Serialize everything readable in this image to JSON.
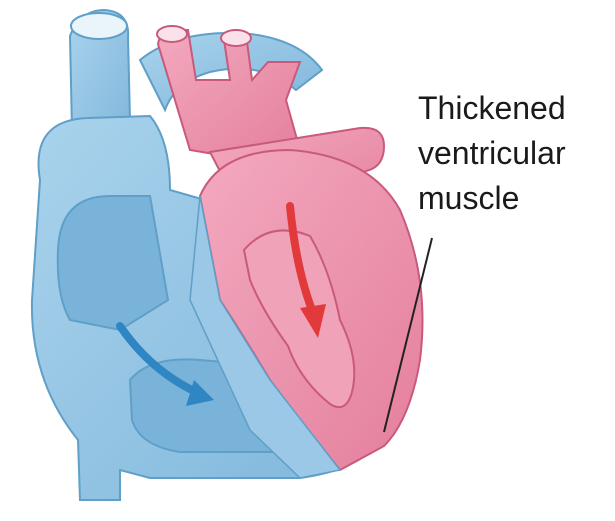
{
  "annotation": {
    "lines": [
      "Thickened",
      "ventricular",
      "muscle"
    ]
  },
  "colors": {
    "deoxygenated": "#8fc3e2",
    "deoxygenated_dark": "#5f9fc8",
    "oxygenated": "#ec8aa6",
    "oxygenated_dark": "#c95a7c",
    "blue_arrow": "#2f86c3",
    "red_arrow": "#e23a3a"
  }
}
